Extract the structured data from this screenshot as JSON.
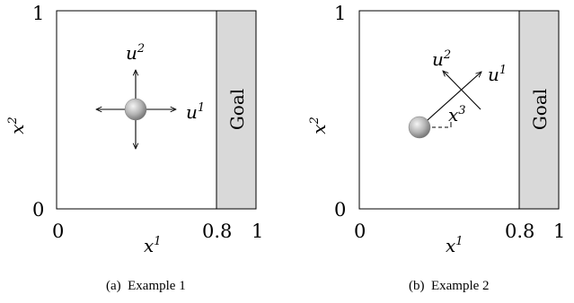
{
  "panels": [
    {
      "caption": "(a)  Example 1",
      "goal_label": "Goal",
      "x_ticks": [
        "0",
        "0.8",
        "1"
      ],
      "y_ticks": [
        "0",
        "1"
      ],
      "x_label": "x",
      "x_label_sup": "1",
      "y_label": "x",
      "y_label_sup": "2",
      "arrow_labels": [
        {
          "base": "u",
          "sup": "2"
        },
        {
          "base": "u",
          "sup": "1"
        }
      ]
    },
    {
      "caption": "(b)  Example 2",
      "goal_label": "Goal",
      "x_ticks": [
        "0",
        "0.8",
        "1"
      ],
      "y_ticks": [
        "0",
        "1"
      ],
      "x_label": "x",
      "x_label_sup": "1",
      "y_label": "x",
      "y_label_sup": "2",
      "arrow_labels": [
        {
          "base": "u",
          "sup": "2"
        },
        {
          "base": "u",
          "sup": "1"
        },
        {
          "base": "x",
          "sup": "3"
        }
      ]
    }
  ],
  "colors": {
    "goal_fill": "#d9d9d9",
    "stroke": "#000000",
    "ball_light": "#f4f4f4",
    "ball_dark": "#6f6f6f"
  }
}
